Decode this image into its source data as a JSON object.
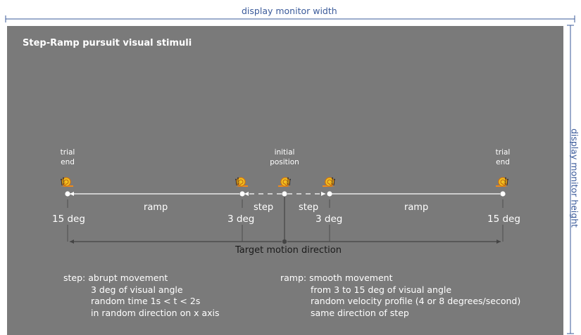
{
  "monitor": {
    "width_label": "display monitor width",
    "height_label": "display monitor height"
  },
  "panel": {
    "title": "Step-Ramp pursuit visual stimuli",
    "top_labels": {
      "trial_end_left": [
        "trial",
        "end"
      ],
      "initial_position": [
        "initial",
        "position"
      ],
      "trial_end_right": [
        "trial",
        "end"
      ]
    },
    "segment_labels": {
      "ramp_left": "ramp",
      "step_left": "step",
      "step_right": "step",
      "ramp_right": "ramp"
    },
    "degree_labels": {
      "far_left": "15 deg",
      "near_left": "3 deg",
      "near_right": "3 deg",
      "far_right": "15 deg"
    },
    "motion_label": "Target motion direction",
    "step_notes": {
      "heading": "step: abrupt movement",
      "lines": [
        "3 deg of visual angle",
        "random time 1s < t < 2s",
        "in random direction on x axis"
      ]
    },
    "ramp_notes": {
      "heading": "ramp: smooth movement",
      "lines": [
        "from 3 to 15 deg of visual angle",
        "random velocity profile (4 or 8 degrees/second)",
        "same direction of step"
      ]
    }
  },
  "colors": {
    "panel_bg": "#7a7a7a",
    "dimension_line": "#3a5a9a",
    "snail_shell": "#f0c020",
    "snail_body": "#f08a1a"
  }
}
